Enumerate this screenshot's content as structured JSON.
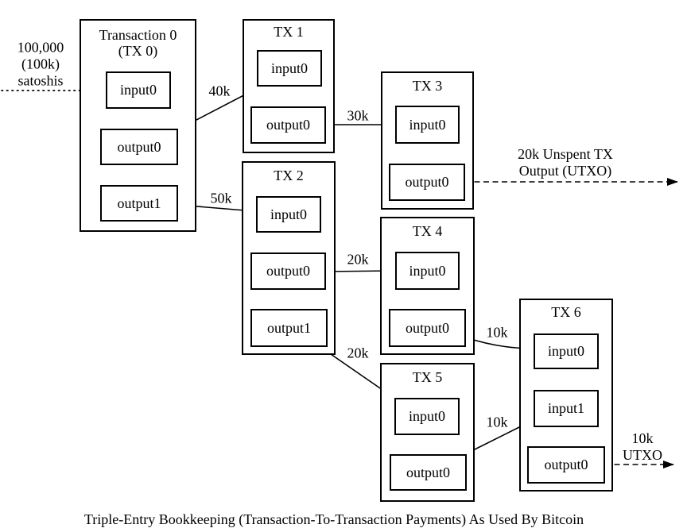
{
  "colors": {
    "background": "#ffffff",
    "line": "#000000"
  },
  "source_label": "100,000\n(100k)\nsatoshis",
  "transactions": [
    {
      "id": "TX 0",
      "title": "Transaction 0\n(TX 0)",
      "ports": [
        "input0",
        "output0",
        "output1"
      ]
    },
    {
      "id": "TX 1",
      "title": "TX 1",
      "ports": [
        "input0",
        "output0"
      ]
    },
    {
      "id": "TX 2",
      "title": "TX 2",
      "ports": [
        "input0",
        "output0",
        "output1"
      ]
    },
    {
      "id": "TX 3",
      "title": "TX 3",
      "ports": [
        "input0",
        "output0"
      ]
    },
    {
      "id": "TX 4",
      "title": "TX 4",
      "ports": [
        "input0",
        "output0"
      ]
    },
    {
      "id": "TX 5",
      "title": "TX 5",
      "ports": [
        "input0",
        "output0"
      ]
    },
    {
      "id": "TX 6",
      "title": "TX 6",
      "ports": [
        "input0",
        "input1",
        "output0"
      ]
    }
  ],
  "edges": [
    {
      "from": "TX 0 output0",
      "to": "TX 1 input0",
      "label": "40k"
    },
    {
      "from": "TX 0 output1",
      "to": "TX 2 input0",
      "label": "50k"
    },
    {
      "from": "TX 1 output0",
      "to": "TX 3 input0",
      "label": "30k"
    },
    {
      "from": "TX 2 output0",
      "to": "TX 4 input0",
      "label": "20k"
    },
    {
      "from": "TX 2 output1",
      "to": "TX 5 input0",
      "label": "20k"
    },
    {
      "from": "TX 4 output0",
      "to": "TX 6 input0",
      "label": "10k"
    },
    {
      "from": "TX 5 output0",
      "to": "TX 6 input1",
      "label": "10k"
    }
  ],
  "unspent_outputs": [
    {
      "from": "TX 3 output0",
      "label": "20k Unspent TX\nOutput (UTXO)"
    },
    {
      "from": "TX 6 output0",
      "label": "10k\nUTXO"
    }
  ],
  "caption": "Triple-Entry Bookkeeping (Transaction-To-Transaction Payments) As Used By Bitcoin"
}
